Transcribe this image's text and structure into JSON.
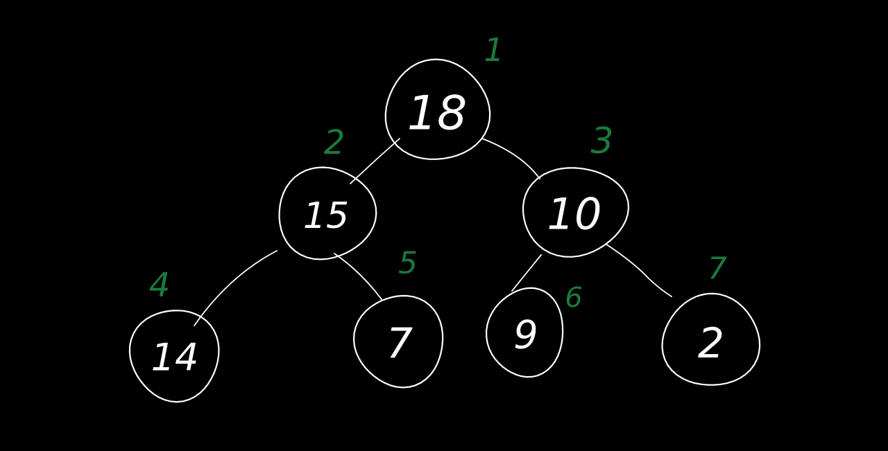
{
  "diagram": {
    "type": "binary-heap-tree",
    "colors": {
      "background": "#000000",
      "stroke": "#ffffff",
      "index": "#1a7a3c"
    },
    "nodes": [
      {
        "id": "n1",
        "value": "18",
        "index": "1"
      },
      {
        "id": "n2",
        "value": "15",
        "index": "2"
      },
      {
        "id": "n3",
        "value": "10",
        "index": "3"
      },
      {
        "id": "n4",
        "value": "14",
        "index": "4"
      },
      {
        "id": "n5",
        "value": "7",
        "index": "5"
      },
      {
        "id": "n6",
        "value": "9",
        "index": "6"
      },
      {
        "id": "n7",
        "value": "2",
        "index": "7"
      }
    ],
    "edges": [
      {
        "from": "n1",
        "to": "n2"
      },
      {
        "from": "n1",
        "to": "n3"
      },
      {
        "from": "n2",
        "to": "n4"
      },
      {
        "from": "n2",
        "to": "n5"
      },
      {
        "from": "n3",
        "to": "n6"
      },
      {
        "from": "n3",
        "to": "n7"
      }
    ]
  }
}
